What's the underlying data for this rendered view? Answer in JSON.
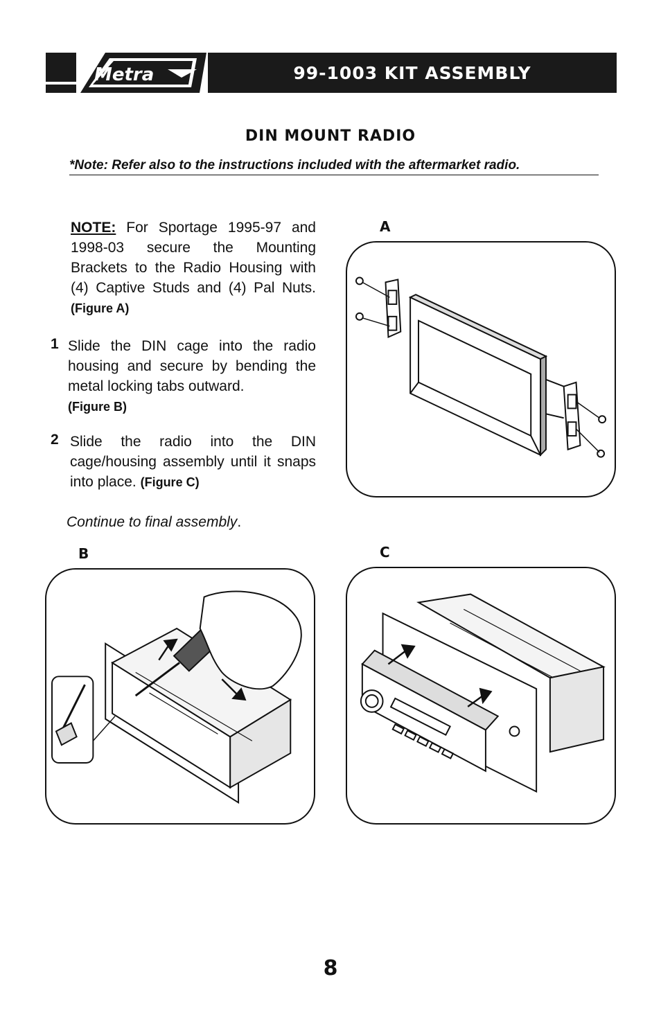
{
  "header": {
    "brand": "Metra",
    "title": "99-1003 KIT ASSEMBLY"
  },
  "section": {
    "title": "DIN MOUNT RADIO",
    "note": "*Note:  Refer also to the instructions included with the aftermarket radio."
  },
  "note_block": {
    "label": "NOTE:",
    "text": " For Sportage 1995-97 and 1998-03  secure the Mounting Brackets to the Radio Housing with (4) Captive Studs and (4) Pal Nuts. ",
    "figure_ref": "(Figure A)"
  },
  "steps": [
    {
      "number": "1",
      "text": "Slide the DIN cage into the radio housing and secure by bending the metal locking tabs outward. ",
      "figure_ref": "(Figure B)"
    },
    {
      "number": "2",
      "text": "Slide the radio into the DIN cage/housing assembly until it snaps into place. ",
      "figure_ref": "(Figure C)"
    }
  ],
  "continue_text": "Continue to final assembly",
  "continue_period": ".",
  "figures": {
    "a_label": "A",
    "b_label": "B",
    "c_label": "C"
  },
  "page_number": "8"
}
